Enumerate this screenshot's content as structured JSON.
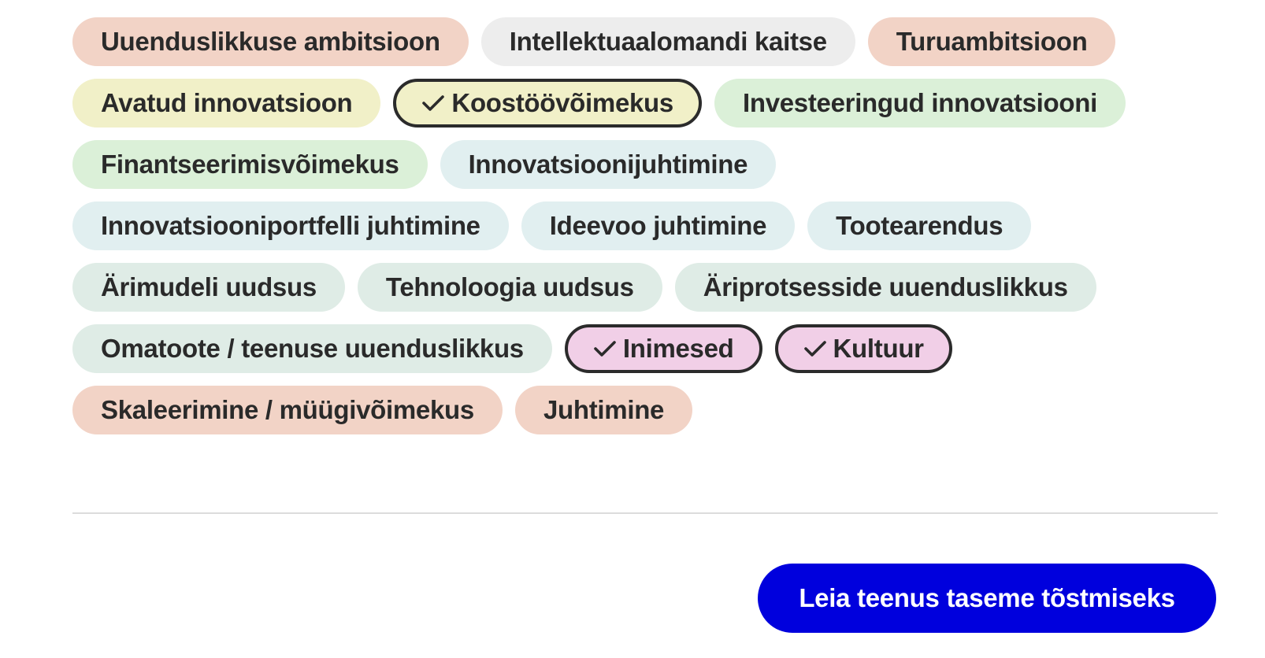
{
  "colors": {
    "salmon": "#f2d3c6",
    "gray": "#ededed",
    "yellow": "#f1f0c8",
    "green": "#dbf0d8",
    "lightblue": "#e1eff0",
    "mint": "#dfece6",
    "pink": "#f1cfe7",
    "cta": "#0000dd"
  },
  "chip_rows": [
    [
      {
        "label": "Uuenduslikkuse ambitsioon",
        "color": "#f2d3c6",
        "selected": false
      },
      {
        "label": "Intellektuaalomandi kaitse",
        "color": "#ededed",
        "selected": false
      },
      {
        "label": "Turuambitsioon",
        "color": "#f2d3c6",
        "selected": false
      }
    ],
    [
      {
        "label": "Avatud innovatsioon",
        "color": "#f1f0c8",
        "selected": false
      },
      {
        "label": "Koostöövõimekus",
        "color": "#f1f0c8",
        "selected": true
      },
      {
        "label": "Investeeringud innovatsiooni",
        "color": "#dbf0d8",
        "selected": false
      }
    ],
    [
      {
        "label": "Finantseerimisvõimekus",
        "color": "#dbf0d8",
        "selected": false
      },
      {
        "label": "Innovatsioonijuhtimine",
        "color": "#e1eff0",
        "selected": false
      }
    ],
    [
      {
        "label": "Innovatsiooniportfelli juhtimine",
        "color": "#e1eff0",
        "selected": false
      },
      {
        "label": "Ideevoo juhtimine",
        "color": "#e1eff0",
        "selected": false
      },
      {
        "label": "Tootearendus",
        "color": "#e1eff0",
        "selected": false
      }
    ],
    [
      {
        "label": "Ärimudeli uudsus",
        "color": "#dfece6",
        "selected": false
      },
      {
        "label": "Tehnoloogia uudsus",
        "color": "#dfece6",
        "selected": false
      },
      {
        "label": "Äriprotsesside uuenduslikkus",
        "color": "#dfece6",
        "selected": false
      }
    ],
    [
      {
        "label": "Omatoote / teenuse uuenduslikkus",
        "color": "#dfece6",
        "selected": false
      },
      {
        "label": "Inimesed",
        "color": "#f1cfe7",
        "selected": true
      },
      {
        "label": "Kultuur",
        "color": "#f1cfe7",
        "selected": true
      }
    ],
    [
      {
        "label": "Skaleerimine / müügivõimekus",
        "color": "#f2d3c6",
        "selected": false
      },
      {
        "label": "Juhtimine",
        "color": "#f2d3c6",
        "selected": false
      }
    ]
  ],
  "cta": {
    "label": "Leia teenus taseme tõstmiseks"
  }
}
